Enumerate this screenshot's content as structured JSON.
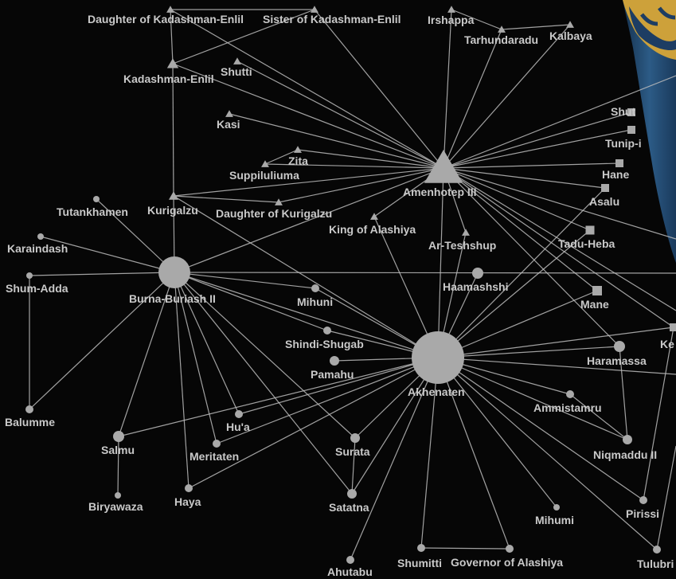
{
  "nodes": {
    "daughter_kadashman_enlil": {
      "label": "Daughter of Kadashman-Enlil",
      "shape": "triangle"
    },
    "sister_kadashman_enlil": {
      "label": "Sister of Kadashman-Enlil",
      "shape": "triangle"
    },
    "irshappa": {
      "label": "Irshappa",
      "shape": "triangle"
    },
    "tarhundaradu": {
      "label": "Tarhundaradu",
      "shape": "triangle"
    },
    "kalbaya": {
      "label": "Kalbaya",
      "shape": "triangle"
    },
    "kadashman_enlil": {
      "label": "Kadashman-Enlil",
      "shape": "triangle"
    },
    "shutti": {
      "label": "Shutti",
      "shape": "triangle"
    },
    "kasi": {
      "label": "Kasi",
      "shape": "triangle"
    },
    "zita": {
      "label": "Zita",
      "shape": "triangle"
    },
    "suppiluliuma": {
      "label": "Suppiluliuma",
      "shape": "triangle"
    },
    "amenhotep_iii": {
      "label": "Amenhotep III",
      "shape": "triangle"
    },
    "shut": {
      "label": "Shut",
      "shape": "square"
    },
    "tunip": {
      "label": "Tunip-i",
      "shape": "square"
    },
    "hane": {
      "label": "Hane",
      "shape": "square"
    },
    "asalu": {
      "label": "Asalu",
      "shape": "square"
    },
    "tutankhamen": {
      "label": "Tutankhamen",
      "shape": "circle"
    },
    "kurigalzu": {
      "label": "Kurigalzu",
      "shape": "triangle"
    },
    "daughter_kurigalzu": {
      "label": "Daughter of Kurigalzu",
      "shape": "triangle"
    },
    "king_alashiya": {
      "label": "King of Alashiya",
      "shape": "triangle"
    },
    "ar_teshshup": {
      "label": "Ar-Teshshup",
      "shape": "triangle"
    },
    "tadu_heba": {
      "label": "Tadu-Heba",
      "shape": "square"
    },
    "karaindash": {
      "label": "Karaindash",
      "shape": "circle"
    },
    "shum_adda": {
      "label": "Shum-Adda",
      "shape": "circle"
    },
    "burna_buriash_ii": {
      "label": "Burna-Buriash II",
      "shape": "circle"
    },
    "mihuni": {
      "label": "Mihuni",
      "shape": "circle"
    },
    "haamashshi": {
      "label": "Haamashshi",
      "shape": "circle"
    },
    "mane": {
      "label": "Mane",
      "shape": "square"
    },
    "ke": {
      "label": "Ke",
      "shape": "square"
    },
    "shindi_shugab": {
      "label": "Shindi-Shugab",
      "shape": "circle"
    },
    "pamahu": {
      "label": "Pamahu",
      "shape": "circle"
    },
    "akhenaten": {
      "label": "Akhenaten",
      "shape": "circle"
    },
    "haramassa": {
      "label": "Haramassa",
      "shape": "circle"
    },
    "balumme": {
      "label": "Balumme",
      "shape": "circle"
    },
    "hua": {
      "label": "Hu'a",
      "shape": "circle"
    },
    "ammistamru": {
      "label": "Ammistamru",
      "shape": "circle"
    },
    "salmu": {
      "label": "Salmu",
      "shape": "circle"
    },
    "meritaten": {
      "label": "Meritaten",
      "shape": "circle"
    },
    "surata": {
      "label": "Surata",
      "shape": "circle"
    },
    "niqmaddu_ii": {
      "label": "Niqmaddu II",
      "shape": "circle"
    },
    "biryawaza": {
      "label": "Biryawaza",
      "shape": "circle"
    },
    "haya": {
      "label": "Haya",
      "shape": "circle"
    },
    "satatna": {
      "label": "Satatna",
      "shape": "circle"
    },
    "mihumi": {
      "label": "Mihumi",
      "shape": "circle"
    },
    "pirissi": {
      "label": "Pirissi",
      "shape": "circle"
    },
    "ahutabu": {
      "label": "Ahutabu",
      "shape": "circle"
    },
    "shumitti": {
      "label": "Shumitti",
      "shape": "circle"
    },
    "governor_alashiya": {
      "label": "Governor of Alashiya",
      "shape": "circle"
    },
    "tulubri": {
      "label": "Tulubri",
      "shape": "circle"
    }
  },
  "edges": [
    [
      "amenhotep_iii",
      "daughter_kadashman_enlil"
    ],
    [
      "amenhotep_iii",
      "sister_kadashman_enlil"
    ],
    [
      "amenhotep_iii",
      "irshappa"
    ],
    [
      "amenhotep_iii",
      "tarhundaradu"
    ],
    [
      "amenhotep_iii",
      "kalbaya"
    ],
    [
      "amenhotep_iii",
      "kadashman_enlil"
    ],
    [
      "amenhotep_iii",
      "shutti"
    ],
    [
      "amenhotep_iii",
      "kasi"
    ],
    [
      "amenhotep_iii",
      "zita"
    ],
    [
      "amenhotep_iii",
      "suppiluliuma"
    ],
    [
      "amenhotep_iii",
      "kurigalzu"
    ],
    [
      "amenhotep_iii",
      "daughter_kurigalzu"
    ],
    [
      "amenhotep_iii",
      "king_alashiya"
    ],
    [
      "amenhotep_iii",
      "ar_teshshup"
    ],
    [
      "amenhotep_iii",
      "shut"
    ],
    [
      "amenhotep_iii",
      "tunip"
    ],
    [
      "amenhotep_iii",
      "hane"
    ],
    [
      "amenhotep_iii",
      "asalu"
    ],
    [
      "amenhotep_iii",
      "tadu_heba"
    ],
    [
      "amenhotep_iii",
      "mane"
    ],
    [
      "amenhotep_iii",
      "ke"
    ],
    [
      "amenhotep_iii",
      "akhenaten"
    ],
    [
      "amenhotep_iii",
      "burna_buriash_ii"
    ],
    [
      "amenhotep_iii",
      "haramassa"
    ],
    [
      "amenhotep_iii",
      "r_edge_a"
    ],
    [
      "amenhotep_iii",
      "r_edge_b"
    ],
    [
      "amenhotep_iii",
      "r_edge_c"
    ],
    [
      "kadashman_enlil",
      "daughter_kadashman_enlil"
    ],
    [
      "kadashman_enlil",
      "sister_kadashman_enlil"
    ],
    [
      "daughter_kadashman_enlil",
      "sister_kadashman_enlil"
    ],
    [
      "irshappa",
      "tarhundaradu"
    ],
    [
      "tarhundaradu",
      "kalbaya"
    ],
    [
      "kadashman_enlil",
      "kurigalzu"
    ],
    [
      "kurigalzu",
      "burna_buriash_ii"
    ],
    [
      "kurigalzu",
      "daughter_kurigalzu"
    ],
    [
      "suppiluliuma",
      "zita"
    ],
    [
      "burna_buriash_ii",
      "tutankhamen"
    ],
    [
      "burna_buriash_ii",
      "karaindash"
    ],
    [
      "burna_buriash_ii",
      "shum_adda"
    ],
    [
      "burna_buriash_ii",
      "balumme"
    ],
    [
      "burna_buriash_ii",
      "mihuni"
    ],
    [
      "burna_buriash_ii",
      "shindi_shugab"
    ],
    [
      "burna_buriash_ii",
      "akhenaten"
    ],
    [
      "burna_buriash_ii",
      "salmu"
    ],
    [
      "burna_buriash_ii",
      "hua"
    ],
    [
      "burna_buriash_ii",
      "meritaten"
    ],
    [
      "burna_buriash_ii",
      "haya"
    ],
    [
      "burna_buriash_ii",
      "surata"
    ],
    [
      "burna_buriash_ii",
      "satatna"
    ],
    [
      "burna_buriash_ii",
      "r_edge_d"
    ],
    [
      "shum_adda",
      "balumme"
    ],
    [
      "salmu",
      "biryawaza"
    ],
    [
      "akhenaten",
      "pamahu"
    ],
    [
      "akhenaten",
      "shindi_shugab"
    ],
    [
      "akhenaten",
      "mihuni"
    ],
    [
      "akhenaten",
      "haamashshi"
    ],
    [
      "akhenaten",
      "ar_teshshup"
    ],
    [
      "akhenaten",
      "king_alashiya"
    ],
    [
      "akhenaten",
      "tadu_heba"
    ],
    [
      "akhenaten",
      "mane"
    ],
    [
      "akhenaten",
      "haramassa"
    ],
    [
      "akhenaten",
      "ammistamru"
    ],
    [
      "akhenaten",
      "niqmaddu_ii"
    ],
    [
      "akhenaten",
      "salmu"
    ],
    [
      "akhenaten",
      "hua"
    ],
    [
      "akhenaten",
      "meritaten"
    ],
    [
      "akhenaten",
      "haya"
    ],
    [
      "akhenaten",
      "surata"
    ],
    [
      "akhenaten",
      "satatna"
    ],
    [
      "akhenaten",
      "ahutabu"
    ],
    [
      "akhenaten",
      "shumitti"
    ],
    [
      "akhenaten",
      "governor_alashiya"
    ],
    [
      "akhenaten",
      "mihumi"
    ],
    [
      "akhenaten",
      "pirissi"
    ],
    [
      "akhenaten",
      "tulubri"
    ],
    [
      "akhenaten",
      "ke"
    ],
    [
      "akhenaten",
      "asalu"
    ],
    [
      "akhenaten",
      "kurigalzu"
    ],
    [
      "akhenaten",
      "r_edge_e"
    ],
    [
      "shumitti",
      "governor_alashiya"
    ],
    [
      "surata",
      "satatna"
    ],
    [
      "ammistamru",
      "niqmaddu_ii"
    ],
    [
      "haramassa",
      "niqmaddu_ii"
    ],
    [
      "pirissi",
      "ke"
    ],
    [
      "tulubri",
      "r_edge_f"
    ]
  ],
  "colors": {
    "background": "#060606",
    "edge": "#bdbdbd",
    "node": "#a9a9a9",
    "label": "#c9c9c9"
  }
}
